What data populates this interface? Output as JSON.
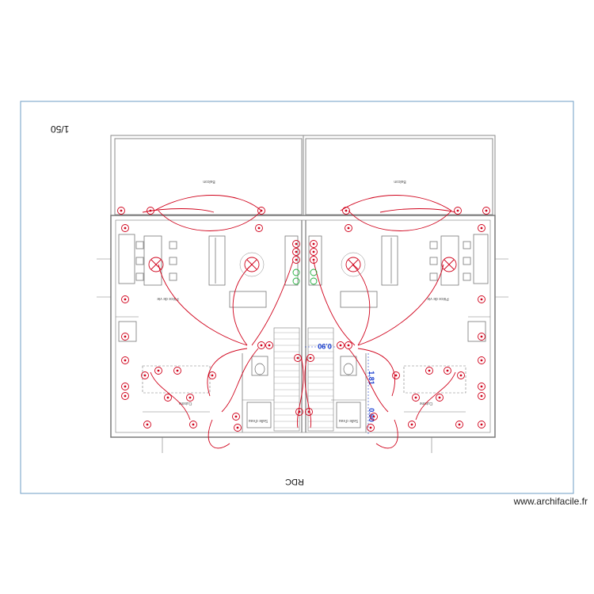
{
  "drawing": {
    "scale": "1/50",
    "level": "RDC",
    "watermark": "www.archifacile.fr"
  },
  "rooms": {
    "balcony": "Balcon",
    "living": "Pièce de vie",
    "kitchen": "Cuisine",
    "bathroom": "Salle d'eau"
  },
  "dimensions": {
    "d1": "0.90",
    "d2": "1.81",
    "d3": "0.90"
  },
  "colors": {
    "frame": "#6e9cc4",
    "walls": "#7a7a7a",
    "electrical": "#d0021b",
    "dimension": "#1a3fcf",
    "socket_green": "#1fae3a"
  }
}
